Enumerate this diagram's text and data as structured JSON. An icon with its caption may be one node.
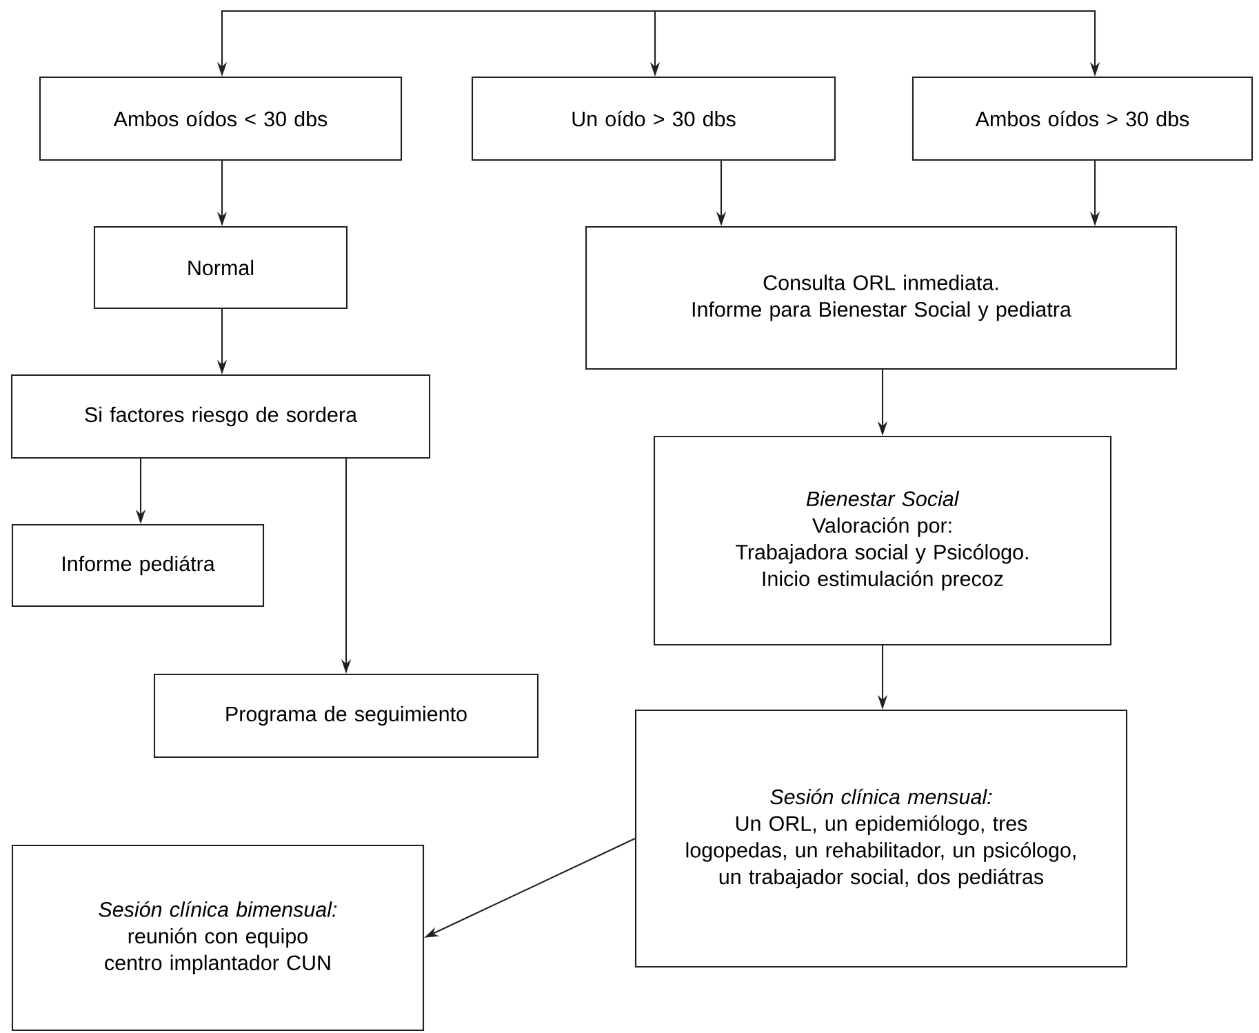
{
  "diagram": {
    "nodes": [
      {
        "text": [
          "Ambos oídos < 30 dbs"
        ]
      },
      {
        "text": [
          "Un oído > 30 dbs"
        ]
      },
      {
        "text": [
          "Ambos oídos > 30 dbs"
        ]
      },
      {
        "text": [
          "Normal"
        ]
      },
      {
        "text": [
          "Consulta ORL inmediata.",
          "Informe para Bienestar Social y pediatra"
        ]
      },
      {
        "text": [
          "Si factores riesgo de sordera"
        ]
      },
      {
        "text": [
          "*Bienestar Social*",
          "Valoración por:",
          "Trabajadora social y Psicólogo.",
          "Inicio estimulación precoz"
        ]
      },
      {
        "text": [
          "Informe pediátra"
        ]
      },
      {
        "text": [
          "Programa de seguimiento"
        ]
      },
      {
        "text": [
          "*Sesión clínica mensual:*",
          "Un ORL, un epidemiólogo, tres logopedas, un rehabilitador, un psicólogo, un trabajador social, dos pediátras"
        ]
      },
      {
        "text": [
          "*Sesión clínica bimensual:*",
          "reunión con equipo centro implantador CUN"
        ]
      }
    ],
    "edges": [
      {
        "from": null,
        "to": 0,
        "arrow": "to"
      },
      {
        "from": null,
        "to": 1,
        "arrow": "to"
      },
      {
        "from": null,
        "to": 2,
        "arrow": "to"
      },
      {
        "from": 0,
        "to": 3,
        "arrow": "to"
      },
      {
        "from": 3,
        "to": 5,
        "arrow": "to"
      },
      {
        "from": 5,
        "to": 7,
        "arrow": "to"
      },
      {
        "from": 5,
        "to": 8,
        "arrow": "to"
      },
      {
        "from": 1,
        "to": 4,
        "arrow": "to"
      },
      {
        "from": 2,
        "to": 4,
        "arrow": "to"
      },
      {
        "from": 4,
        "to": 6,
        "arrow": "to"
      },
      {
        "from": 6,
        "to": 9,
        "arrow": "to"
      },
      {
        "from": 9,
        "to": 10,
        "arrow": "to"
      }
    ]
  }
}
